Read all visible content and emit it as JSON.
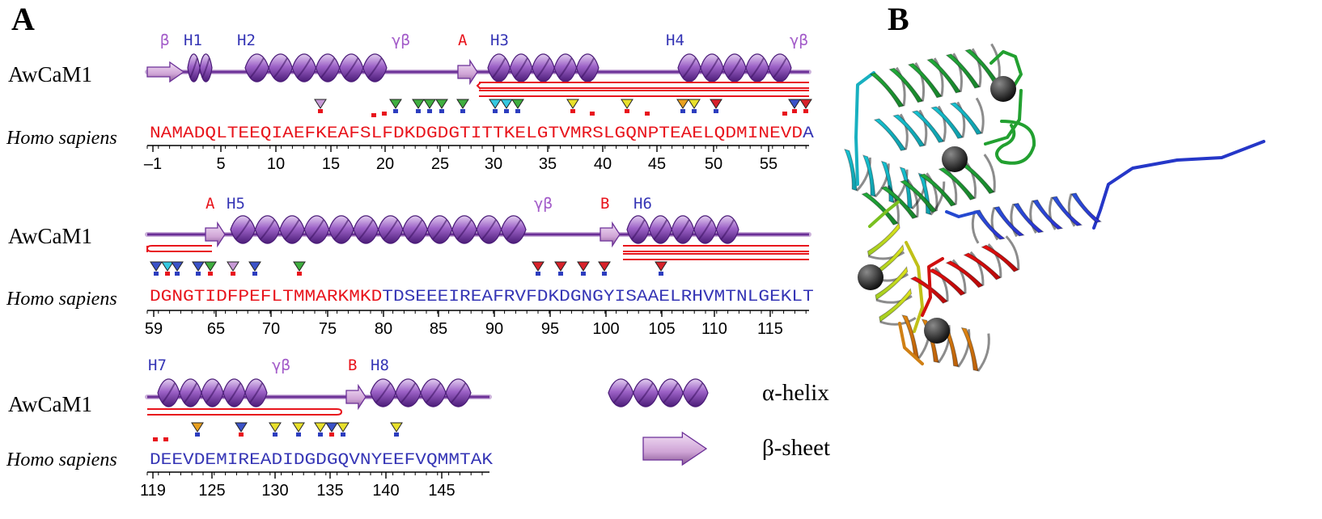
{
  "panels": {
    "a": "A",
    "b": "B"
  },
  "colors": {
    "red": "#e8141c",
    "blue": "#3535b5",
    "helix_dark": "#6b2f97",
    "helix_light": "#c8a2dc",
    "structure_label": "#a35cc9",
    "sheet": "#cfa4d6"
  },
  "rows": [
    {
      "name": "AwCaM1",
      "species": "Homo sapiens",
      "sequence": "NAMADQLTEEQIAEFKEAFSLFDKDGDGTITTKELGTVMRSLGQNPTEAELQDMINEVDA",
      "red_count": 59,
      "top_labels": [
        {
          "t": "β",
          "c": "structure_label"
        },
        {
          "t": "H1",
          "c": "blue"
        },
        {
          "t": "H2",
          "c": "blue"
        },
        {
          "t": "γβ",
          "c": "structure_label"
        },
        {
          "t": "A",
          "c": "red"
        },
        {
          "t": "H3",
          "c": "blue"
        },
        {
          "t": "H4",
          "c": "blue"
        },
        {
          "t": "γβ",
          "c": "structure_label"
        }
      ],
      "ticks": [
        "–1",
        "5",
        "10",
        "15",
        "20",
        "25",
        "30",
        "35",
        "40",
        "45",
        "50",
        "55"
      ]
    },
    {
      "name": "AwCaM1",
      "species": "Homo sapiens",
      "sequence": "DGNGTIDFPEFLTMMARKMKDTDSEEEIREAFRVFDKDGNGYISAAELRHVMTNLGEKLT",
      "red_count": 21,
      "top_labels": [
        {
          "t": "A",
          "c": "red"
        },
        {
          "t": "H5",
          "c": "blue"
        },
        {
          "t": "γβ",
          "c": "structure_label"
        },
        {
          "t": "B",
          "c": "red"
        },
        {
          "t": "H6",
          "c": "blue"
        }
      ],
      "ticks": [
        "59",
        "65",
        "70",
        "75",
        "80",
        "85",
        "90",
        "95",
        "100",
        "105",
        "110",
        "115"
      ]
    },
    {
      "name": "AwCaM1",
      "species": "Homo sapiens",
      "sequence": "DEEVDEMIREADIDGDGQVNYEEFVQMMTAK",
      "red_count": 0,
      "top_labels": [
        {
          "t": "H7",
          "c": "blue"
        },
        {
          "t": "γβ",
          "c": "structure_label"
        },
        {
          "t": "B",
          "c": "red"
        },
        {
          "t": "H8",
          "c": "blue"
        }
      ],
      "ticks": [
        "119",
        "125",
        "130",
        "135",
        "140",
        "145"
      ]
    }
  ],
  "legend": {
    "helix": "α-helix",
    "sheet": "β-sheet"
  }
}
